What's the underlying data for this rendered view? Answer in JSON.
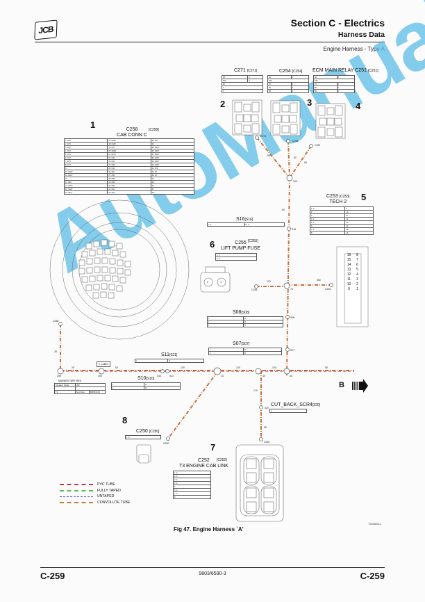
{
  "header": {
    "logo": "JCB",
    "title": "Section C - Electrics",
    "subtitle": "Harness Data",
    "variant": "Engine Harness - Type A"
  },
  "connectors": [
    {
      "id": "1",
      "name": "C258",
      "ref": "[C258]",
      "desc": "CAB CONN C",
      "pins_rows": 16
    },
    {
      "id": "2",
      "name": "C271",
      "ref": "[C271]",
      "desc": ""
    },
    {
      "id": "3",
      "name": "C254",
      "ref": "[C254]",
      "desc": ""
    },
    {
      "id": "4",
      "name": "C251",
      "ref": "[C251]",
      "desc": "ECM MAIN RELAY"
    },
    {
      "id": "5",
      "name": "C253",
      "ref": "[C253]",
      "desc": "TECH 2"
    },
    {
      "id": "6",
      "name": "C255",
      "ref": "[C255]",
      "desc": "LIFT PUMP FUSE"
    },
    {
      "id": "7",
      "name": "C252",
      "ref": "[C252]",
      "desc": "T3 ENGINE CAB LINK"
    },
    {
      "id": "8",
      "name": "C250",
      "ref": "[C250]",
      "desc": ""
    }
  ],
  "splices": [
    {
      "name": "S16",
      "ref": "[S16]"
    },
    {
      "name": "S08",
      "ref": "[S08]"
    },
    {
      "name": "S07",
      "ref": "[S07]"
    },
    {
      "name": "S11",
      "ref": "[S11]"
    },
    {
      "name": "S10",
      "ref": "[S10]"
    },
    {
      "name": "CUT_BACK_SCR4",
      "ref": "[320]"
    }
  ],
  "tech2_pins": {
    "left": [
      "16",
      "15",
      "14",
      "13",
      "12",
      "11",
      "10",
      "9"
    ],
    "right": [
      "8",
      "7",
      "6",
      "5",
      "4",
      "3",
      "2",
      "1"
    ]
  },
  "c252_pins": {
    "left": [
      "5",
      "6",
      "7",
      "8"
    ],
    "right": [
      "4",
      "3",
      "2",
      "1"
    ]
  },
  "c255_pins": [
    "2",
    "1"
  ],
  "segments": {
    "top_branch": [
      "85",
      "50",
      "65"
    ],
    "node_100": "100",
    "s16_seg": "50",
    "s16_node": "S16",
    "c255_seg": "100",
    "c253_seg": "300",
    "node_70": "70",
    "s08_up": "120",
    "s08_node": "S08",
    "s08_down": "85",
    "s07_node": "S07",
    "s07_down": "70",
    "main": [
      "25",
      "50",
      "100",
      "100",
      "100",
      "55"
    ],
    "nodes_main": [
      "290",
      "290",
      "S10",
      "S11",
      "10",
      "40",
      "60"
    ],
    "c258_seg": "25",
    "down": "170",
    "scr_node": "320",
    "down2": "55"
  },
  "marker_tape": {
    "title": "MARKER TAPE RED",
    "rows": [
      [
        "Insulation Nipple",
        "290"
      ],
      [
        "",
        ""
      ],
      [
        "T3",
        "Spot Tape",
        "80558/31X3"
      ]
    ]
  },
  "label_tag": "C LABEL",
  "legend": [
    {
      "label": "PVC TUBE",
      "color": "#c8324a"
    },
    {
      "label": "FULLY TAPED",
      "color": "#5cb85c"
    },
    {
      "label": "UNTAPED",
      "color": "#6a5acd"
    },
    {
      "label": "CONVOLUTE TUBE",
      "color": "#c87838"
    }
  ],
  "arrow_label": "B",
  "figure": {
    "caption": "Fig 47. Engine Harness `A'",
    "ref": "T003650-1"
  },
  "footer": {
    "page_left": "C-259",
    "doc": "9803/6590-3",
    "page_right": "C-259"
  },
  "watermark": "AutoManual"
}
